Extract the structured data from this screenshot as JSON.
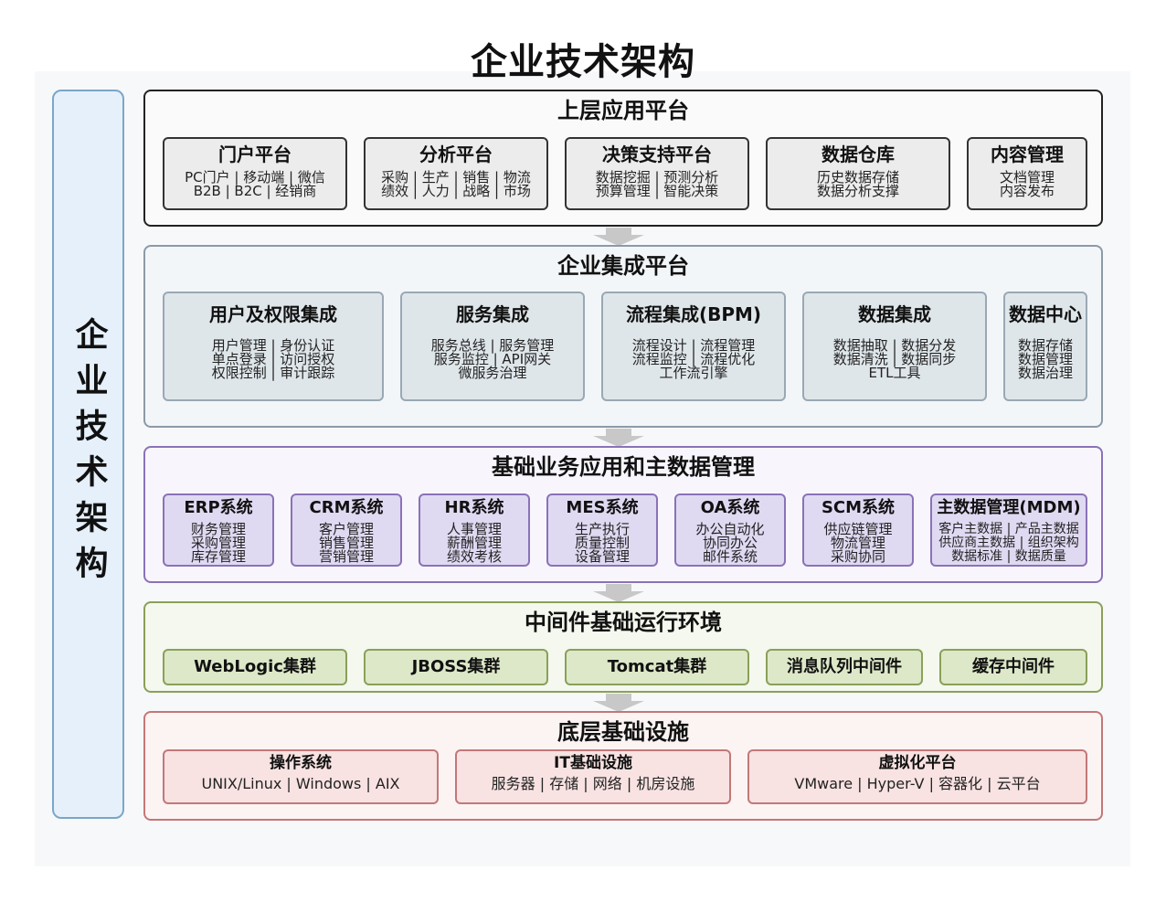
{
  "title": "企业技术架构",
  "side_label": "企业技术架构",
  "layers": [
    {
      "title": "上层应用平台",
      "boxes": [
        {
          "title": "门户平台",
          "lines": [
            "PC门户 | 移动端 | 微信",
            "B2B | B2C | 经销商"
          ]
        },
        {
          "title": "分析平台",
          "lines": [
            "采购 | 生产 | 销售 | 物流",
            "绩效 | 人力 | 战略 | 市场"
          ]
        },
        {
          "title": "决策支持平台",
          "lines": [
            "数据挖掘 | 预测分析",
            "预算管理 | 智能决策"
          ]
        },
        {
          "title": "数据仓库",
          "lines": [
            "历史数据存储",
            "数据分析支撑"
          ]
        },
        {
          "title": "内容管理",
          "lines": [
            "文档管理",
            "内容发布"
          ]
        }
      ]
    },
    {
      "title": "企业集成平台",
      "boxes": [
        {
          "title": "用户及权限集成",
          "lines": [
            "用户管理 | 身份认证",
            "单点登录 | 访问授权",
            "权限控制 | 审计跟踪"
          ]
        },
        {
          "title": "服务集成",
          "lines": [
            "服务总线 | 服务管理",
            "服务监控 | API网关",
            "微服务治理"
          ]
        },
        {
          "title": "流程集成(BPM)",
          "lines": [
            "流程设计 | 流程管理",
            "流程监控 | 流程优化",
            "工作流引擎"
          ]
        },
        {
          "title": "数据集成",
          "lines": [
            "数据抽取 | 数据分发",
            "数据清洗 | 数据同步",
            "ETL工具"
          ]
        },
        {
          "title": "数据中心",
          "lines": [
            "数据存储",
            "数据管理",
            "数据治理"
          ]
        }
      ]
    },
    {
      "title": "基础业务应用和主数据管理",
      "boxes": [
        {
          "title": "ERP系统",
          "lines": [
            "财务管理",
            "采购管理",
            "库存管理"
          ]
        },
        {
          "title": "CRM系统",
          "lines": [
            "客户管理",
            "销售管理",
            "营销管理"
          ]
        },
        {
          "title": "HR系统",
          "lines": [
            "人事管理",
            "薪酬管理",
            "绩效考核"
          ]
        },
        {
          "title": "MES系统",
          "lines": [
            "生产执行",
            "质量控制",
            "设备管理"
          ]
        },
        {
          "title": "OA系统",
          "lines": [
            "办公自动化",
            "协同办公",
            "邮件系统"
          ]
        },
        {
          "title": "SCM系统",
          "lines": [
            "供应链管理",
            "物流管理",
            "采购协同"
          ]
        },
        {
          "title": "主数据管理(MDM)",
          "lines": [
            "客户主数据 | 产品主数据",
            "供应商主数据 | 组织架构",
            "数据标准 | 数据质量"
          ]
        }
      ]
    },
    {
      "title": "中间件基础运行环境",
      "boxes": [
        {
          "title": "WebLogic集群"
        },
        {
          "title": "JBOSS集群"
        },
        {
          "title": "Tomcat集群"
        },
        {
          "title": "消息队列中间件"
        },
        {
          "title": "缓存中间件"
        }
      ]
    },
    {
      "title": "底层基础设施",
      "boxes": [
        {
          "title": "操作系统",
          "lines": [
            "UNIX/Linux | Windows | AIX"
          ]
        },
        {
          "title": "IT基础设施",
          "lines": [
            "服务器 | 存储 | 网络 | 机房设施"
          ]
        },
        {
          "title": "虚拟化平台",
          "lines": [
            "VMware | Hyper-V | 容器化 | 云平台"
          ]
        }
      ]
    }
  ]
}
